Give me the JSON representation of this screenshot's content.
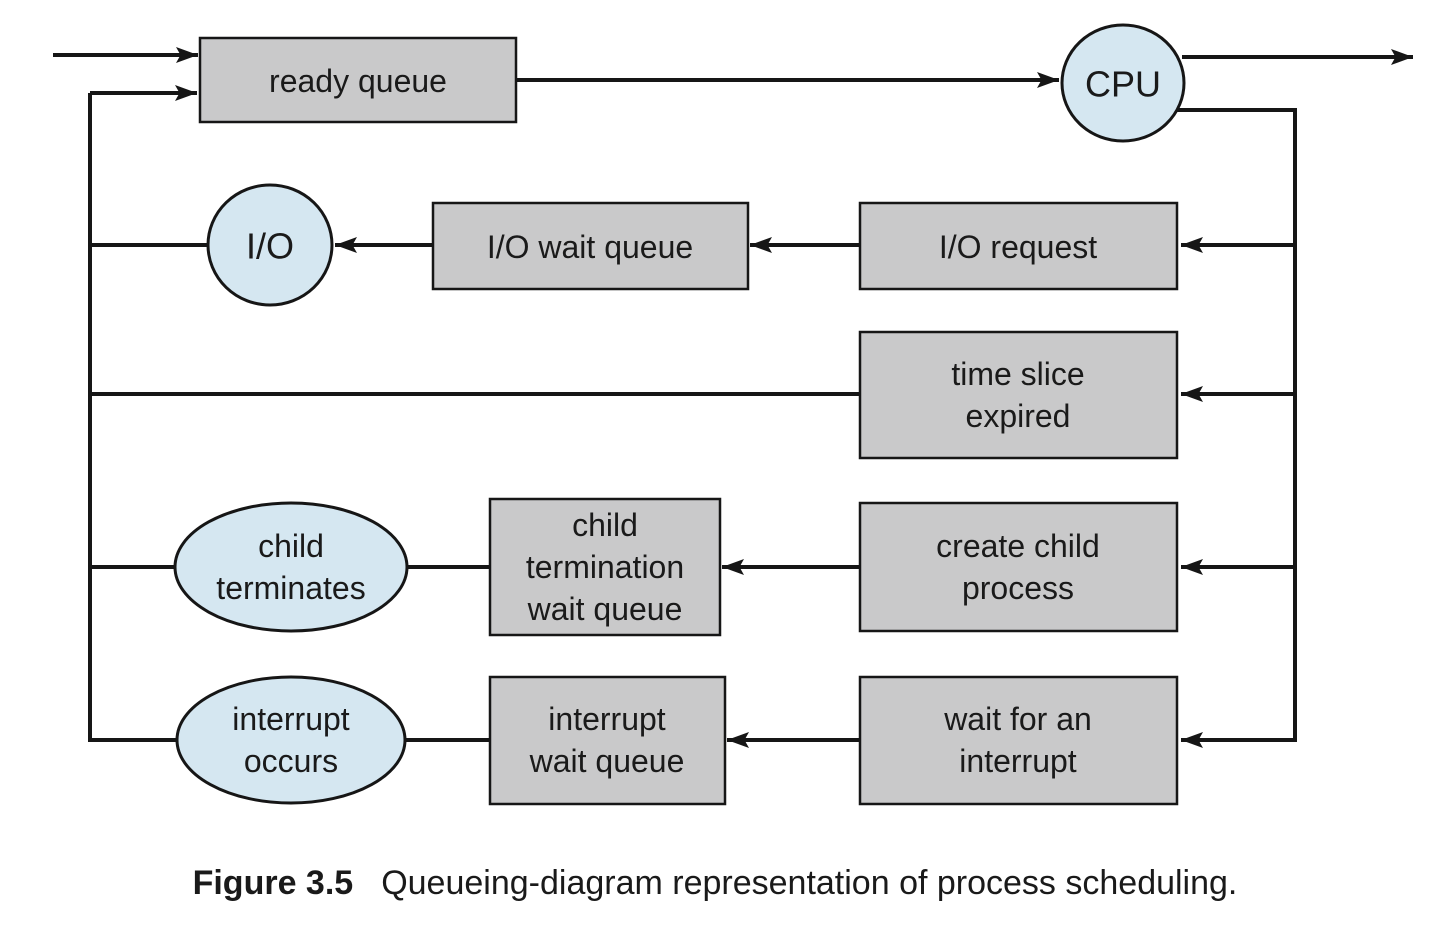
{
  "figure": {
    "caption_label": "Figure 3.5",
    "caption_text": "Queueing-diagram representation of process scheduling."
  },
  "palette": {
    "queue_fill": "#c9c9ca",
    "node_fill": "#d5e7f1",
    "line_color": "#161616",
    "text_color": "#1a1a1a",
    "background": "#ffffff"
  },
  "nodes": {
    "ready_queue": {
      "label": "ready queue"
    },
    "cpu": {
      "label": "CPU"
    },
    "io": {
      "label": "I/O"
    },
    "io_wait_queue": {
      "label": "I/O wait queue"
    },
    "io_request": {
      "label": "I/O request"
    },
    "time_slice_expired": {
      "lines": [
        "time slice",
        "expired"
      ]
    },
    "child_terminates": {
      "lines": [
        "child",
        "terminates"
      ]
    },
    "child_termination_wait_queue": {
      "lines": [
        "child",
        "termination",
        "wait queue"
      ]
    },
    "create_child_process": {
      "lines": [
        "create child",
        "process"
      ]
    },
    "interrupt_occurs": {
      "lines": [
        "interrupt",
        "occurs"
      ]
    },
    "interrupt_wait_queue": {
      "lines": [
        "interrupt",
        "wait queue"
      ]
    },
    "wait_for_an_interrupt": {
      "lines": [
        "wait for an",
        "interrupt"
      ]
    }
  }
}
